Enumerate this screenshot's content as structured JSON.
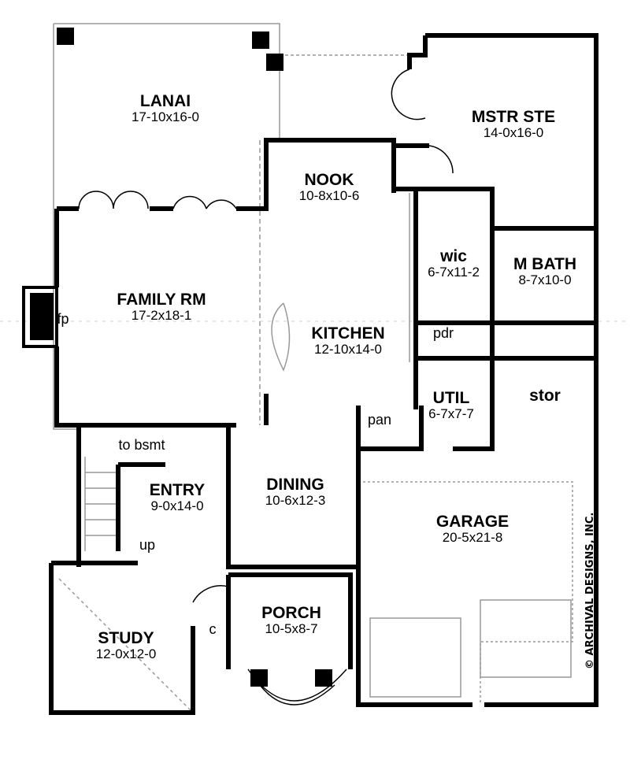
{
  "rooms": [
    {
      "id": "lanai",
      "name": "LANAI",
      "dims": "17-10x16-0"
    },
    {
      "id": "mstr-ste",
      "name": "MSTR STE",
      "dims": "14-0x16-0"
    },
    {
      "id": "nook",
      "name": "NOOK",
      "dims": "10-8x10-6"
    },
    {
      "id": "wic",
      "name": "wic",
      "dims": "6-7x11-2"
    },
    {
      "id": "m-bath",
      "name": "M BATH",
      "dims": "8-7x10-0"
    },
    {
      "id": "family-rm",
      "name": "FAMILY RM",
      "dims": "17-2x18-1"
    },
    {
      "id": "kitchen",
      "name": "KITCHEN",
      "dims": "12-10x14-0"
    },
    {
      "id": "util",
      "name": "UTIL",
      "dims": "6-7x7-7"
    },
    {
      "id": "entry",
      "name": "ENTRY",
      "dims": "9-0x14-0"
    },
    {
      "id": "dining",
      "name": "DINING",
      "dims": "10-6x12-3"
    },
    {
      "id": "garage",
      "name": "GARAGE",
      "dims": "20-5x21-8"
    },
    {
      "id": "porch",
      "name": "PORCH",
      "dims": "10-5x8-7"
    },
    {
      "id": "study",
      "name": "STUDY",
      "dims": "12-0x12-0"
    }
  ],
  "labels": {
    "fp": "fp",
    "pdr": "pdr",
    "pan": "pan",
    "stor": "stor",
    "to_bsmt": "to bsmt",
    "up": "up",
    "closet": "c"
  },
  "copyright": "© ARCHIVAL DESIGNS, INC."
}
